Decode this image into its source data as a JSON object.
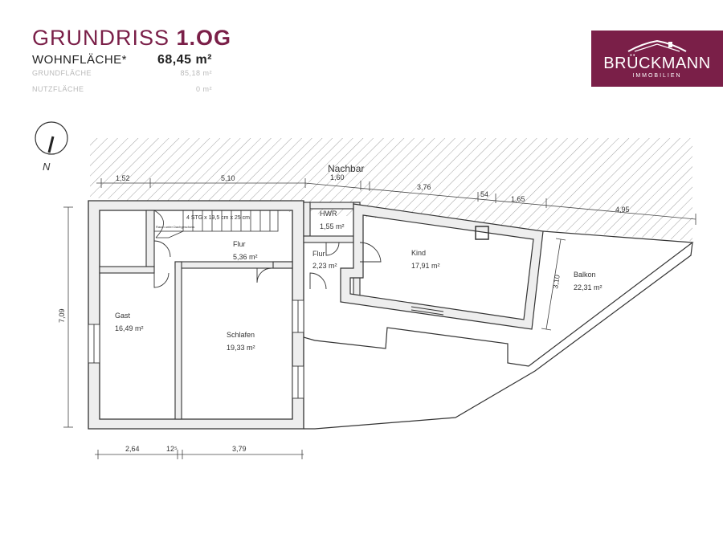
{
  "header": {
    "title_prefix": "GRUNDRISS",
    "title_floor": "1.OG",
    "stats": [
      {
        "label": "WOHNFLÄCHE*",
        "value": "68,45 m²"
      },
      {
        "label": "GRUNDFLÄCHE",
        "value": "85,18 m²"
      },
      {
        "label": "NUTZFLÄCHE",
        "value": "0 m²"
      }
    ]
  },
  "logo": {
    "brand": "BRÜCKMANN",
    "sub": "IMMOBILIEN",
    "color": "#7a1f48"
  },
  "plan": {
    "compass_label": "N",
    "neighbor_label": "Nachbar",
    "stair_note": "4 STG x 19,5 cm x 25 cm",
    "stair_small_note": "Raum unter Dachgeschoss",
    "rooms": {
      "hwr": {
        "name": "HWR",
        "area": "1,55 m²"
      },
      "flur_main": {
        "name": "Flur",
        "area": "5,36 m²"
      },
      "flur_small": {
        "name": "Flur",
        "area": "2,23 m²"
      },
      "kind": {
        "name": "Kind",
        "area": "17,91 m²"
      },
      "balkon": {
        "name": "Balkon",
        "area": "22,31 m²"
      },
      "gast": {
        "name": "Gast",
        "area": "16,49 m²"
      },
      "schlafen": {
        "name": "Schlafen",
        "area": "19,33 m²"
      }
    },
    "dimensions": {
      "top_1": "1,52",
      "top_2": "5,10",
      "top_3": "1,60",
      "top_4": "3,76",
      "top_5": "54",
      "top_6": "1,65",
      "top_7": "4,95",
      "left": "7,09",
      "right": "3,10",
      "bottom_1": "2,64",
      "bottom_2": "12⁵",
      "bottom_3": "3,79"
    }
  }
}
